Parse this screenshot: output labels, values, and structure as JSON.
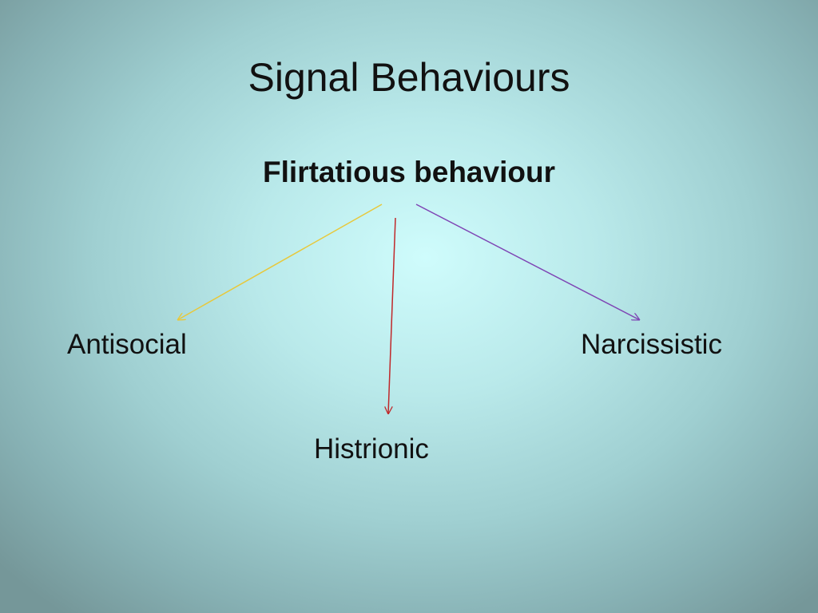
{
  "slide": {
    "title": "Signal Behaviours",
    "subtitle": "Flirtatious behaviour",
    "nodes": {
      "left": "Antisocial",
      "right": "Narcissistic",
      "bottom": "Histrionic"
    },
    "arrow_colors": {
      "left": "#e8c83a",
      "bottom": "#c0282a",
      "right": "#7e44b4"
    }
  }
}
